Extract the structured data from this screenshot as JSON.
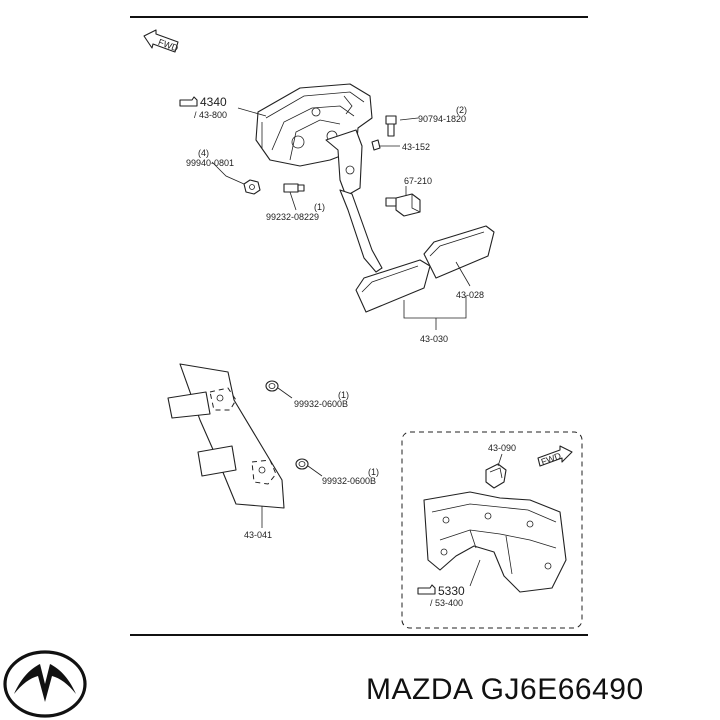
{
  "fwd_label": "FWD",
  "parts": {
    "ref_4340": "4340",
    "ref_43_800": "/ 43-800",
    "part_90794_1820": "90794-1820",
    "qty_90794": "(2)",
    "part_43_152": "43-152",
    "qty_99940": "(4)",
    "part_99940_0801": "99940-0801",
    "part_67_210": "67-210",
    "qty_99232": "(1)",
    "part_99232_08229": "99232-08229",
    "part_43_028": "43-028",
    "part_43_030": "43-030",
    "qty_99932_a": "(1)",
    "part_99932_a": "99932-0600B",
    "qty_99932_b": "(1)",
    "part_99932_b": "99932-0600B",
    "part_43_041": "43-041",
    "part_43_090": "43-090",
    "ref_5330": "5330",
    "ref_53_400": "/ 53-400"
  },
  "footer": {
    "brand_text": "MAZDA GJ6E66490"
  },
  "logo_icon": "mazda-logo-icon"
}
